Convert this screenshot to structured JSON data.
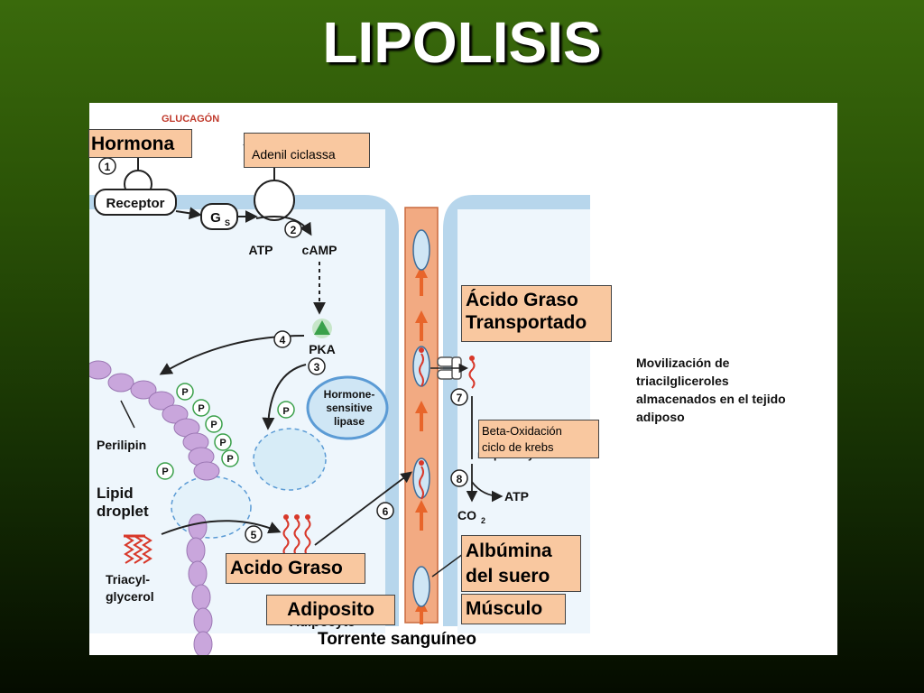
{
  "slide": {
    "title": "LIPOLISIS"
  },
  "labels": {
    "hormona": "Hormona",
    "adenil": "Adenil ciclassa",
    "acido_graso_transportado_1": "Ácido Graso",
    "acido_graso_transportado_2": "Transportado",
    "beta_ox_1": "Beta-Oxidación",
    "beta_ox_2": "ciclo de krebs",
    "albumina_1": "Albúmina",
    "albumina_2": "del suero",
    "acido_graso": "Acido Graso",
    "adiposito": "Adiposito",
    "musculo": "Músculo",
    "torrente": "Torrente sanguíneo"
  },
  "diagram": {
    "glucagon": "GLUCAGÓN",
    "receptor": "Receptor",
    "gs": "G",
    "gs_sub": "S",
    "atp": "ATP",
    "camp": "cAMP",
    "pka": "PKA",
    "hsl_1": "Hormone-",
    "hsl_2": "sensitive",
    "hsl_3": "lipase",
    "perilipin": "Perilipin",
    "lipid_1": "Lipid",
    "lipid_2": "droplet",
    "triacyl_1": "Triacyl-",
    "triacyl_2": "glycerol",
    "adipocyte": "Adipocyte",
    "respiratory": "respiratory chain",
    "atp_out": "ATP",
    "co2": "CO",
    "co2_sub": "2",
    "p": "P",
    "steps": [
      "1",
      "2",
      "3",
      "4",
      "5",
      "6",
      "7",
      "8"
    ]
  },
  "caption": {
    "line1": "Movilización de",
    "line2": "triacilgliceroles",
    "line3": "almacenados en el tejido",
    "line4": "adiposo"
  },
  "colors": {
    "membrane": "#b7d6ec",
    "vessel": "#f2aa82",
    "arrow_orange": "#f07a3a",
    "purple": "#c9a6dc",
    "label_bg": "#f9c8a0",
    "green": "#3aa04a",
    "fatty_acid": "#d8382a"
  }
}
